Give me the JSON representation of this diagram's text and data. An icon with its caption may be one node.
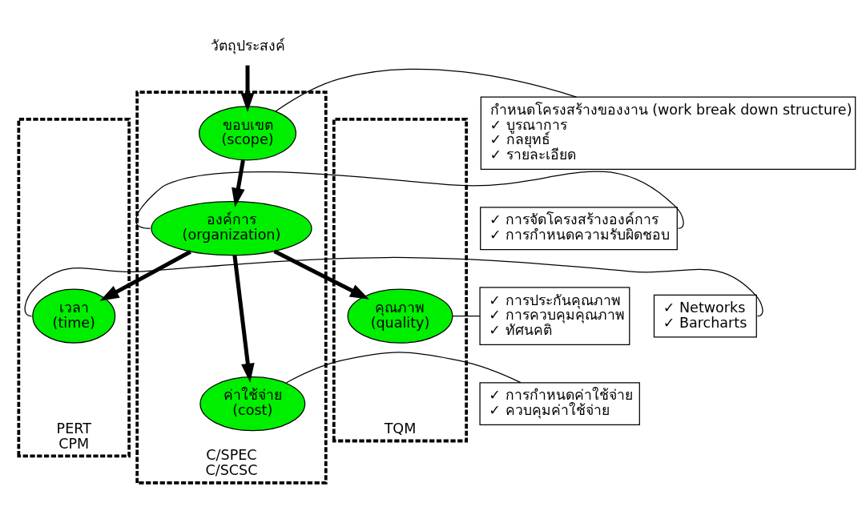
{
  "diagram": {
    "nodes": [
      {
        "text": [
          "PERT CPM"
        ]
      },
      {
        "text": [
          "C/SPEC C/SCSC"
        ]
      },
      {
        "text": [
          "TQM"
        ]
      },
      {
        "text": [
          "วัตถุประสงค์"
        ]
      },
      {
        "text": [
          "ขอบเขต (scope)"
        ],
        "in": 1
      },
      {
        "text": [
          "องค์การ (organization)"
        ],
        "in": 1
      },
      {
        "text": [
          "เวลา (time)"
        ],
        "in": 0
      },
      {
        "text": [
          "คุณภาพ (quality)"
        ],
        "in": 2
      },
      {
        "text": [
          "ค่าใช้จ่าย (cost)"
        ],
        "in": 1
      },
      {
        "text": [
          "กำหนดโครงสร้างของงาน (work break down structure)",
          "✓ บูรณาการ",
          "✓ กลยุทธ์",
          "✓ รายละเอียด"
        ]
      },
      {
        "text": [
          "✓ การจัดโครงสร้างองค์การ",
          "✓ การกำหนดความรับผิดชอบ"
        ]
      },
      {
        "text": [
          "✓ การประกันคุณภาพ",
          "✓ การควบคุมคุณภาพ",
          "✓ ทัศนคติ"
        ]
      },
      {
        "text": [
          "✓ Networks",
          "✓ Barcharts"
        ]
      },
      {
        "text": [
          "✓ การกำหนดค่าใช้จ่าย",
          "✓ ควบคุมค่าใช้จ่าย"
        ]
      }
    ],
    "edges": [
      {
        "from": 3,
        "to": 4,
        "arrow": "to",
        "style": "thick"
      },
      {
        "from": 4,
        "to": 5,
        "arrow": "to",
        "style": "thick"
      },
      {
        "from": 5,
        "to": 6,
        "arrow": "to",
        "style": "thick"
      },
      {
        "from": 5,
        "to": 7,
        "arrow": "to",
        "style": "thick"
      },
      {
        "from": 5,
        "to": 8,
        "arrow": "to",
        "style": "thick"
      },
      {
        "from": 4,
        "to": 9,
        "arrow": "none"
      },
      {
        "from": 5,
        "to": 10,
        "arrow": "none"
      },
      {
        "from": 6,
        "to": 12,
        "arrow": "none"
      },
      {
        "from": 7,
        "to": 11,
        "arrow": "none"
      },
      {
        "from": 8,
        "to": 13,
        "arrow": "none"
      }
    ]
  }
}
